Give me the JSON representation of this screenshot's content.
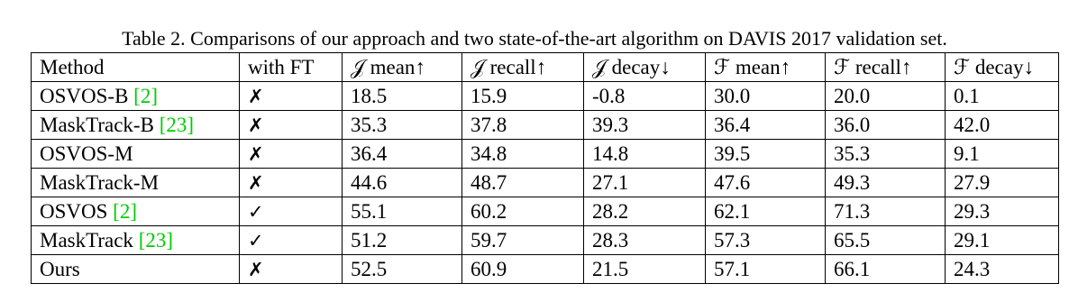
{
  "caption": "Table 2. Comparisons of our approach and two state-of-the-art algorithm on DAVIS 2017 validation set.",
  "headers": [
    "Method",
    "with FT",
    "𝒥 mean↑",
    "𝒥 recall↑",
    "𝒥 decay↓",
    "ℱ mean↑",
    "ℱ recall↑",
    "ℱ decay↓"
  ],
  "rows": [
    {
      "method": "OSVOS-B ",
      "cite": "[2]",
      "ft": "✗",
      "values": [
        "18.5",
        "15.9",
        "-0.8",
        "30.0",
        "20.0",
        "0.1"
      ]
    },
    {
      "method": "MaskTrack-B ",
      "cite": "[23]",
      "ft": "✗",
      "values": [
        "35.3",
        "37.8",
        "39.3",
        "36.4",
        "36.0",
        "42.0"
      ]
    },
    {
      "method": "OSVOS-M",
      "cite": "",
      "ft": "✗",
      "values": [
        "36.4",
        "34.8",
        "14.8",
        "39.5",
        "35.3",
        "9.1"
      ]
    },
    {
      "method": "MaskTrack-M",
      "cite": "",
      "ft": "✗",
      "values": [
        "44.6",
        "48.7",
        "27.1",
        "47.6",
        "49.3",
        "27.9"
      ]
    },
    {
      "method": "OSVOS ",
      "cite": "[2]",
      "ft": "✓",
      "values": [
        "55.1",
        "60.2",
        "28.2",
        "62.1",
        "71.3",
        "29.3"
      ]
    },
    {
      "method": "MaskTrack ",
      "cite": "[23]",
      "ft": "✓",
      "values": [
        "51.2",
        "59.7",
        "28.3",
        "57.3",
        "65.5",
        "29.1"
      ]
    },
    {
      "method": "Ours",
      "cite": "",
      "ft": "✗",
      "values": [
        "52.5",
        "60.9",
        "21.5",
        "57.1",
        "66.1",
        "24.3"
      ]
    }
  ],
  "colors": {
    "citation": "#00cc00",
    "text": "#000000"
  }
}
